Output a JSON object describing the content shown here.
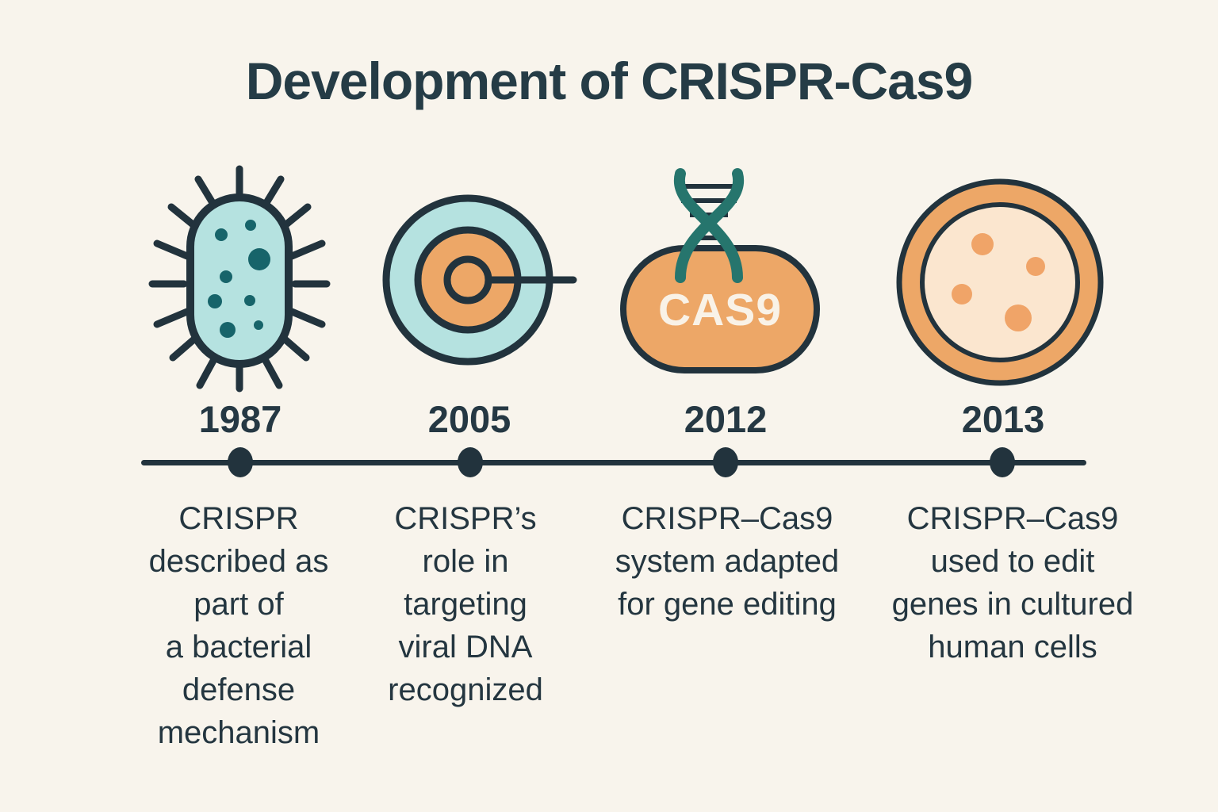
{
  "title": "Development of CRISPR-Cas9",
  "palette": {
    "background": "#f8f4ec",
    "ink_dark": "#22333d",
    "text_dark": "#253843",
    "teal_light": "#b5e2e0",
    "teal_spot": "#17646a",
    "dna_teal": "#26756d",
    "orange": "#eda767",
    "orange_dot": "#f0a468",
    "peach_light": "#fbe6cf",
    "label_cream": "#f9f2e7"
  },
  "timeline": {
    "milestones": [
      {
        "year": "1987",
        "icon": "bacterium-icon",
        "description": "CRISPR\ndescribed as\npart of\na bacterial\ndefense\nmechanism"
      },
      {
        "year": "2005",
        "icon": "viral-dna-target-icon",
        "description": "CRISPR’s\nrole in\ntargeting\nviral DNA\nrecognized"
      },
      {
        "year": "2012",
        "icon": "cas9-protein-icon",
        "icon_label": "CAS9",
        "description": "CRISPR–Cas9\nsystem adapted\nfor gene editing"
      },
      {
        "year": "2013",
        "icon": "petri-dish-icon",
        "description": "CRISPR–Cas9\nused to edit\ngenes in cultured\nhuman cells"
      }
    ]
  }
}
